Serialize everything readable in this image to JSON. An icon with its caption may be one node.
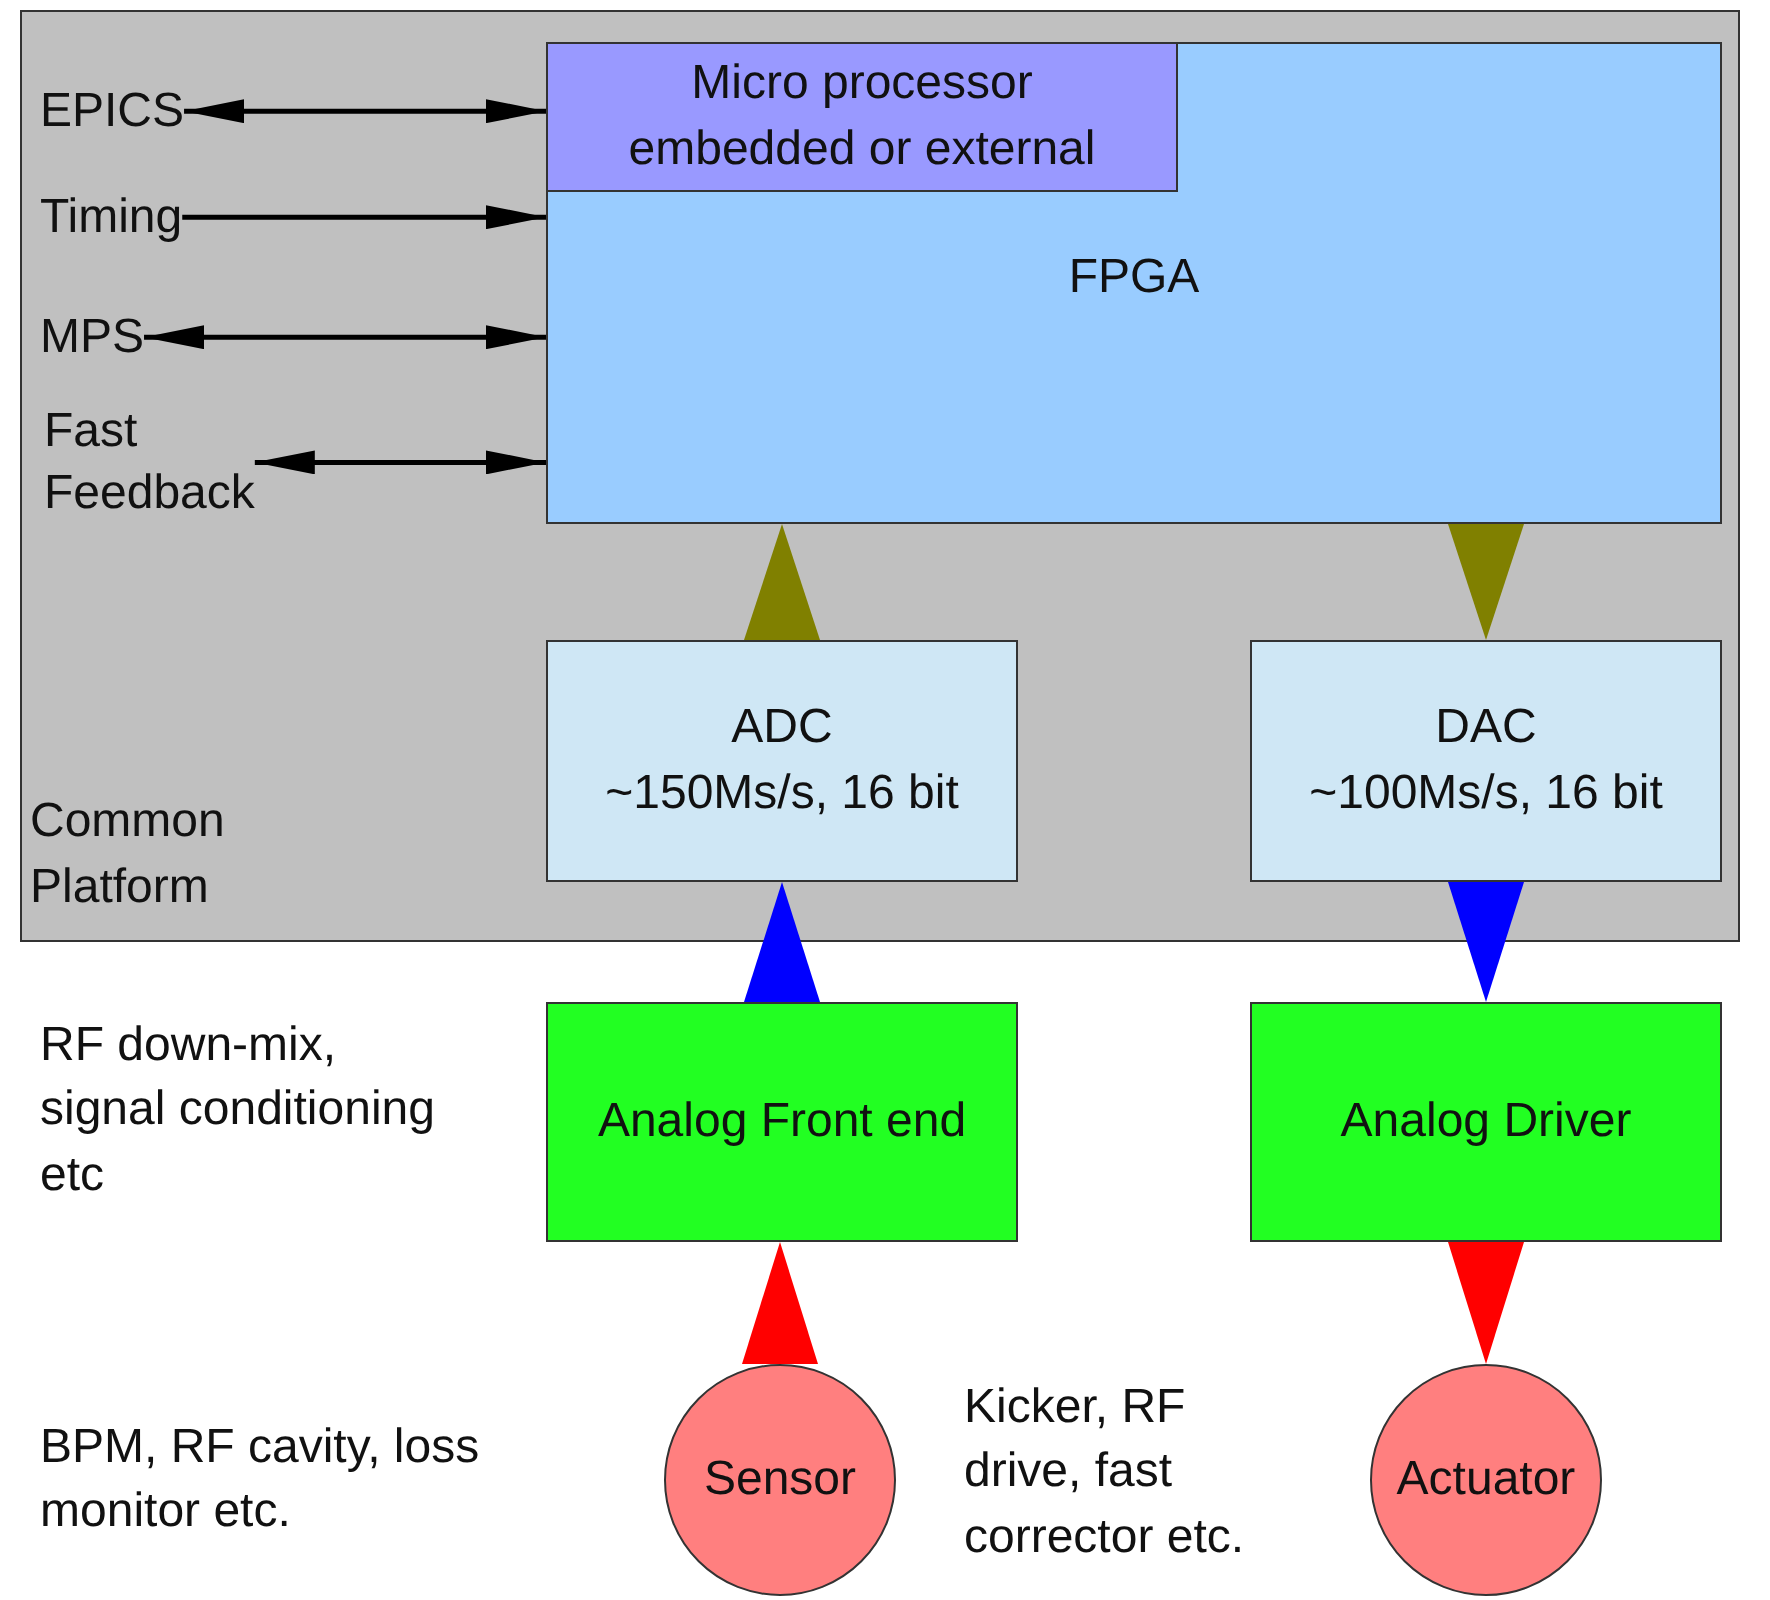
{
  "diagram": {
    "nodes": [
      {
        "text": [
          "Common Platform"
        ]
      },
      {
        "text": [
          "FPGA"
        ],
        "in": 0
      },
      {
        "text": [
          "Micro processor embedded or external"
        ],
        "in": 1
      },
      {
        "text": [
          "ADC",
          "~150Ms/s, 16 bit"
        ],
        "in": 0
      },
      {
        "text": [
          "DAC",
          "~100Ms/s, 16 bit"
        ],
        "in": 0
      },
      {
        "text": [
          "Analog Front end"
        ],
        "beside": [
          "RF down-mix, signal conditioning etc"
        ]
      },
      {
        "text": [
          "Analog Driver"
        ]
      },
      {
        "text": [
          "Sensor"
        ],
        "beside": [
          "BPM, RF cavity, loss monitor etc."
        ]
      },
      {
        "text": [
          "Actuator"
        ]
      },
      {
        "text": [
          "EPICS"
        ],
        "in": 0
      },
      {
        "text": [
          "Timing"
        ],
        "in": 0
      },
      {
        "text": [
          "MPS"
        ],
        "in": 0
      },
      {
        "text": [
          "Fast Feedback"
        ],
        "in": 0
      }
    ],
    "edges": [
      {
        "from": 9,
        "to": 2,
        "arrow": "both"
      },
      {
        "from": 10,
        "to": 1,
        "arrow": "to"
      },
      {
        "from": 11,
        "to": 1,
        "arrow": "both"
      },
      {
        "from": 12,
        "to": 1,
        "arrow": "both"
      },
      {
        "from": 3,
        "to": 1,
        "arrow": "to",
        "color": "#808000"
      },
      {
        "from": 1,
        "to": 4,
        "arrow": "to",
        "color": "#808000"
      },
      {
        "from": 5,
        "to": 3,
        "arrow": "to",
        "color": "#0000ff"
      },
      {
        "from": 4,
        "to": 6,
        "arrow": "to",
        "color": "#0000ff"
      },
      {
        "from": 7,
        "to": 5,
        "arrow": "to",
        "color": "#ff0000"
      },
      {
        "from": 6,
        "to": 8,
        "arrow": "to",
        "color": "#ff0000"
      }
    ],
    "labels": [
      "Kicker, RF drive, fast corrector etc."
    ]
  }
}
